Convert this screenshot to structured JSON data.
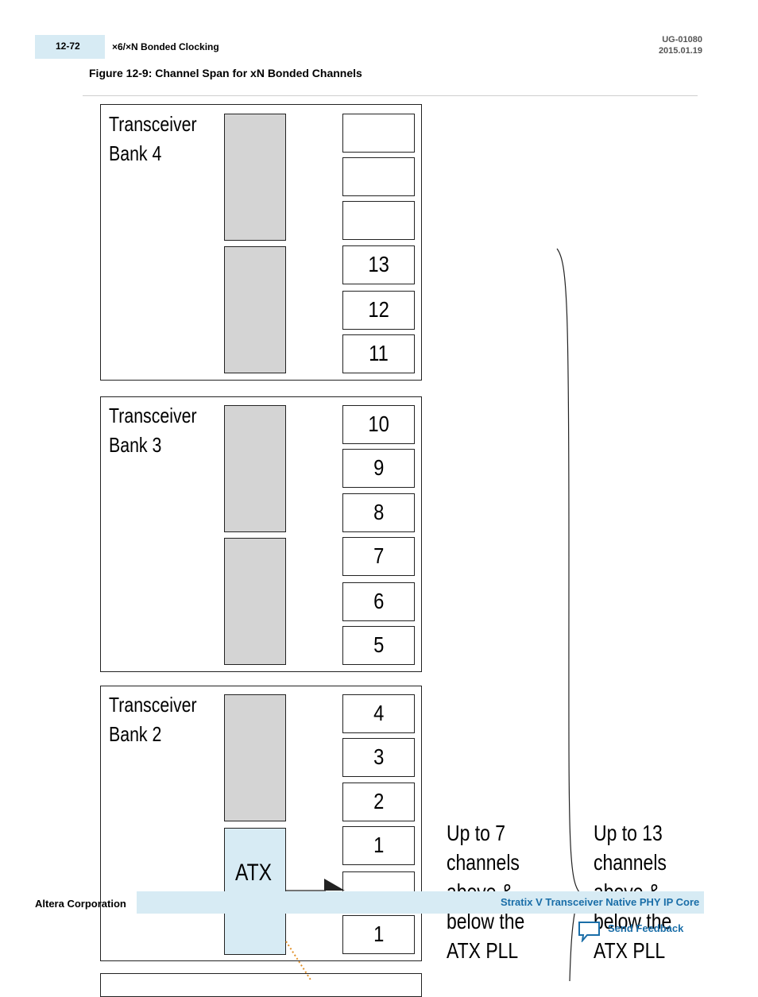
{
  "header": {
    "page_number": "12-72",
    "section_title": "×6/×N Bonded Clocking",
    "doc_id": "UG-01080",
    "doc_date": "2015.01.19"
  },
  "figure": {
    "title": "Figure 12-9: Channel Span for xN Bonded Channels",
    "banks": [
      {
        "label_line1": "Transceiver",
        "label_line2": "Bank 4",
        "channels": [
          "",
          "",
          "",
          "13",
          "12",
          "11"
        ]
      },
      {
        "label_line1": "Transceiver",
        "label_line2": "Bank 3",
        "channels": [
          "10",
          "9",
          "8",
          "7",
          "6",
          "5"
        ]
      },
      {
        "label_line1": "Transceiver",
        "label_line2": "Bank 2",
        "channels": [
          "4",
          "3",
          "2",
          "1",
          "",
          "1"
        ]
      }
    ],
    "atx_label": "ATX",
    "callout_7": [
      "Up to 7",
      "channels",
      "above &",
      "below the",
      "ATX PLL"
    ],
    "callout_13": [
      "Up to 13",
      "channels",
      "above &",
      "below the",
      "ATX PLL"
    ]
  },
  "footer": {
    "company": "Altera Corporation",
    "product": "Stratix V Transceiver Native PHY IP Core",
    "feedback": "Send Feedback"
  }
}
